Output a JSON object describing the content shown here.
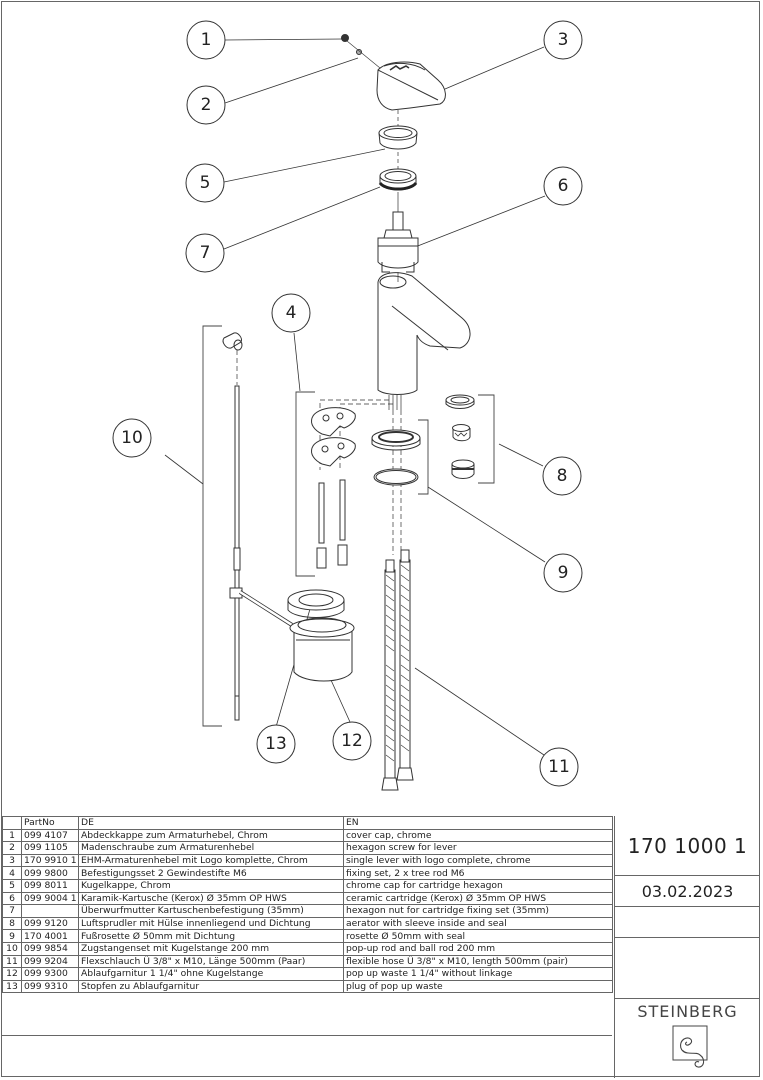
{
  "drawing": {
    "callouts": [
      {
        "id": "1",
        "label": "1"
      },
      {
        "id": "2",
        "label": "2"
      },
      {
        "id": "3",
        "label": "3"
      },
      {
        "id": "4",
        "label": "4"
      },
      {
        "id": "5",
        "label": "5"
      },
      {
        "id": "6",
        "label": "6"
      },
      {
        "id": "7",
        "label": "7"
      },
      {
        "id": "8",
        "label": "8"
      },
      {
        "id": "9",
        "label": "9"
      },
      {
        "id": "10",
        "label": "10"
      },
      {
        "id": "11",
        "label": "11"
      },
      {
        "id": "12",
        "label": "12"
      },
      {
        "id": "13",
        "label": "13"
      }
    ],
    "line_color": "#333333"
  },
  "parts_table": {
    "headers": [
      "",
      "PartNo",
      "DE",
      "EN"
    ],
    "rows": [
      {
        "pos": "1",
        "part_no": "099 4107",
        "de": "Abdeckkappe zum Armaturhebel, Chrom",
        "en": "cover cap, chrome"
      },
      {
        "pos": "2",
        "part_no": "099 1105",
        "de": "Madenschraube zum Armaturenhebel",
        "en": "hexagon screw for lever"
      },
      {
        "pos": "3",
        "part_no": "170 9910 1",
        "de": "EHM-Armaturenhebel mit Logo komplette, Chrom",
        "en": "single lever with logo complete, chrome"
      },
      {
        "pos": "4",
        "part_no": "099 9800",
        "de": "Befestigungsset 2 Gewindestifte M6",
        "en": "fixing set, 2 x tree rod M6"
      },
      {
        "pos": "5",
        "part_no": "099 8011",
        "de": "Kugelkappe, Chrom",
        "en": "chrome cap for cartridge hexagon"
      },
      {
        "pos": "6",
        "part_no": "099 9004 1",
        "de": "Karamik-Kartusche (Kerox) Ø 35mm OP HWS",
        "en": "ceramic cartridge (Kerox) Ø 35mm OP HWS"
      },
      {
        "pos": "7",
        "part_no": "",
        "de": "Überwurfmutter Kartuschenbefestigung (35mm)",
        "en": "hexagon nut for cartridge fixing set (35mm)"
      },
      {
        "pos": "8",
        "part_no": "099 9120",
        "de": "Luftsprudler mit Hülse innenliegend und Dichtung",
        "en": "aerator with sleeve inside and seal"
      },
      {
        "pos": "9",
        "part_no": "170 4001",
        "de": "Fußrosette Ø 50mm mit Dichtung",
        "en": "rosette Ø 50mm with seal"
      },
      {
        "pos": "10",
        "part_no": "099 9854",
        "de": "Zugstangenset mit Kugelstange 200 mm",
        "en": "pop-up rod and ball rod 200 mm"
      },
      {
        "pos": "11",
        "part_no": "099 9204",
        "de": "Flexschlauch Ü 3/8\" x M10, Länge 500mm (Paar)",
        "en": "flexible hose Ü 3/8\" x M10, length 500mm (pair)"
      },
      {
        "pos": "12",
        "part_no": "099 9300",
        "de": "Ablaufgarnitur 1 1/4\" ohne Kugelstange",
        "en": "pop up waste 1 1/4\" without linkage"
      },
      {
        "pos": "13",
        "part_no": "099 9310",
        "de": "Stopfen zu Ablaufgarnitur",
        "en": "plug of pop up waste"
      }
    ]
  },
  "title_block": {
    "article_number": "170 1000 1",
    "date": "03.02.2023",
    "brand": "STEINBERG",
    "logo_icon": "steinberg-swirl-logo"
  }
}
